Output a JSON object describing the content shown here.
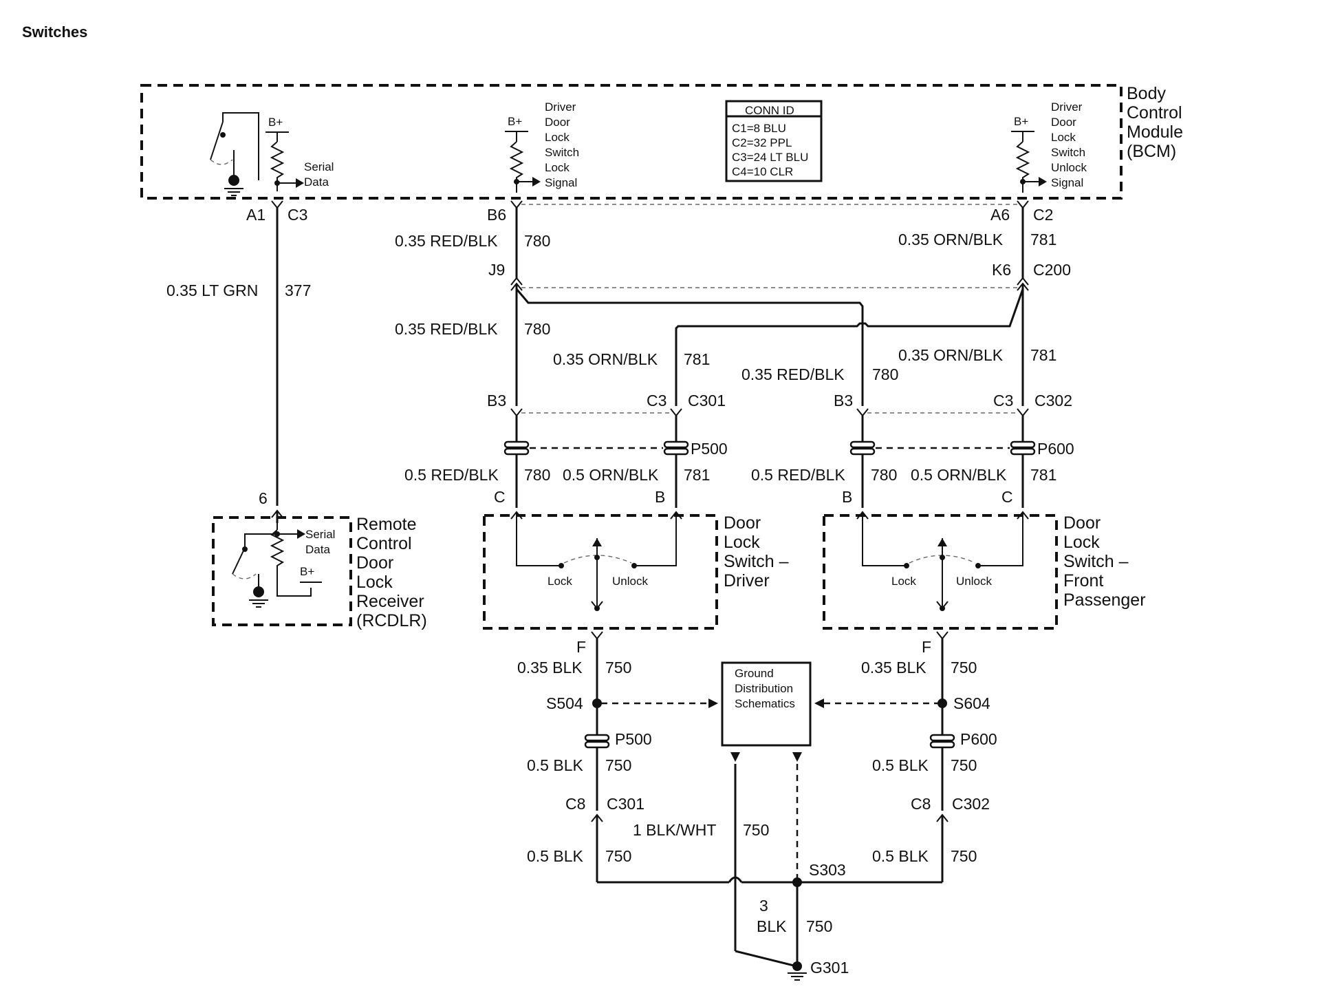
{
  "title": "Switches",
  "bcm": {
    "name_lines": [
      "Body",
      "Control",
      "Module",
      "(BCM)"
    ],
    "serial_data_lines": [
      "Serial",
      "Data"
    ],
    "bplus": "B+",
    "lock_signal_lines": [
      "Driver",
      "Door",
      "Lock",
      "Switch",
      "Lock",
      "Signal"
    ],
    "unlock_signal_lines": [
      "Driver",
      "Door",
      "Lock",
      "Switch",
      "Unlock",
      "Signal"
    ]
  },
  "conn_id": {
    "header": "CONN ID",
    "rows": [
      "C1=8 BLU",
      "C2=32 PPL",
      "C3=24 LT BLU",
      "C4=10 CLR"
    ]
  },
  "rcdlr": {
    "name_lines": [
      "Remote",
      "Control",
      "Door",
      "Lock",
      "Receiver",
      "(RCDLR)"
    ],
    "serial_data_lines": [
      "Serial",
      "Data"
    ],
    "bplus": "B+"
  },
  "driver_switch": {
    "name_lines": [
      "Door",
      "Lock",
      "Switch –",
      "Driver"
    ],
    "lock": "Lock",
    "unlock": "Unlock"
  },
  "passenger_switch": {
    "name_lines": [
      "Door",
      "Lock",
      "Switch –",
      "Front",
      "Passenger"
    ],
    "lock": "Lock",
    "unlock": "Unlock"
  },
  "ground_box_lines": [
    "Ground",
    "Distribution",
    "Schematics"
  ],
  "pins": {
    "a1": "A1",
    "c3": "C3",
    "b6": "B6",
    "a6": "A6",
    "c2": "C2",
    "j9": "J9",
    "k6": "K6",
    "c200": "C200",
    "b3_l": "B3",
    "c3_l": "C3",
    "c301": "C301",
    "b3_r": "B3",
    "c3_r": "C3",
    "c302": "C302",
    "p500": "P500",
    "p600": "P600",
    "c_l": "C",
    "b_l": "B",
    "b_r": "B",
    "c_r": "C",
    "six": "6",
    "f_l": "F",
    "f_r": "F",
    "s504": "S504",
    "s604": "S604",
    "p500_g": "P500",
    "p600_g": "P600",
    "c8_l": "C8",
    "c301_g": "C301",
    "c8_r": "C8",
    "c302_g": "C302",
    "s303": "S303",
    "g301": "G301"
  },
  "wires": {
    "w377_label": "0.35 LT GRN",
    "w377": "377",
    "w780_bcm_label": "0.35 RED/BLK",
    "w780_bcm": "780",
    "w781_bcm_label": "0.35 ORN/BLK",
    "w781_bcm": "781",
    "w780_mid_label": "0.35 RED/BLK",
    "w780_mid": "780",
    "w781_mid_label": "0.35 ORN/BLK",
    "w781_mid": "781",
    "w781_right_label": "0.35 ORN/BLK",
    "w781_right": "781",
    "w780_right_label": "0.35 RED/BLK",
    "w780_right": "780",
    "w780_dl_label": "0.5 RED/BLK",
    "w780_dl": "780",
    "w781_dl_label": "0.5 ORN/BLK",
    "w781_dl": "781",
    "w780_pr_label": "0.5 RED/BLK",
    "w780_pr": "780",
    "w781_pr_label": "0.5 ORN/BLK",
    "w781_pr": "781",
    "w750_a_label": "0.35 BLK",
    "w750_a": "750",
    "w750_b_label": "0.35 BLK",
    "w750_b": "750",
    "w750_c_label": "0.5 BLK",
    "w750_c": "750",
    "w750_d_label": "0.5 BLK",
    "w750_d": "750",
    "w750_e_label": "0.5 BLK",
    "w750_e": "750",
    "w750_f_label": "0.5 BLK",
    "w750_f": "750",
    "w750_g_label": "1 BLK/WHT",
    "w750_g": "750",
    "w750_h_gauge": "3",
    "w750_h_color": "BLK",
    "w750_h": "750"
  }
}
